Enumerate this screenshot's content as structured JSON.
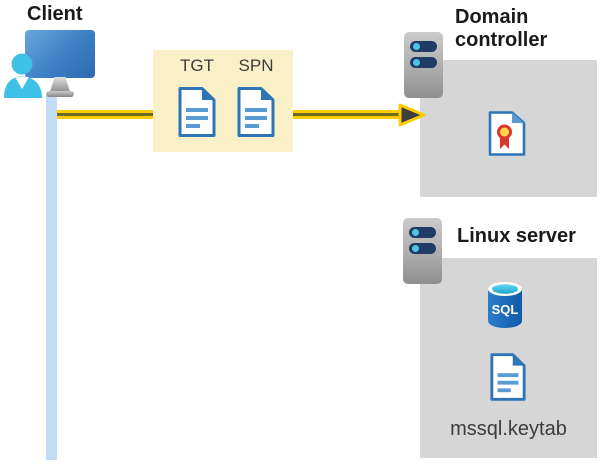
{
  "client": {
    "label": "Client"
  },
  "ticket_box": {
    "labels": [
      "TGT",
      "SPN"
    ]
  },
  "domain_controller": {
    "title": "Domain controller"
  },
  "linux_server": {
    "title": "Linux server",
    "sql_badge": "SQL",
    "keytab_label": "mssql.keytab"
  },
  "icons": {
    "client": "person-at-monitor-icon",
    "tgt": "document-icon",
    "spn": "document-icon",
    "domain_controller": "server-tower-icon",
    "certificate": "certificate-icon",
    "linux_server": "server-tower-icon",
    "database": "sql-database-cylinder-icon",
    "keytab": "document-icon",
    "flow": "arrow-right-icon"
  },
  "colors": {
    "arrow_yellow": "#FFCC00",
    "arrow_core": "#6E6A1E",
    "arrowhead": "#3F3F3F",
    "ticket_box_bg": "#FAF0C8",
    "panel_bg": "#D6D6D6",
    "timeline_blue": "#C2DCF6",
    "doc_border": "#2E75B6",
    "doc_lines": "#5B9BD5",
    "person_cyan": "#3FC0E8",
    "server_pill_navy": "#1F3B66",
    "server_dot_cyan": "#4FC3E8",
    "sql_body_blue": "#1565BE",
    "sql_top_cyan": "#35BEE0",
    "cert_red": "#D8382E",
    "cert_gold": "#FFD54A"
  }
}
